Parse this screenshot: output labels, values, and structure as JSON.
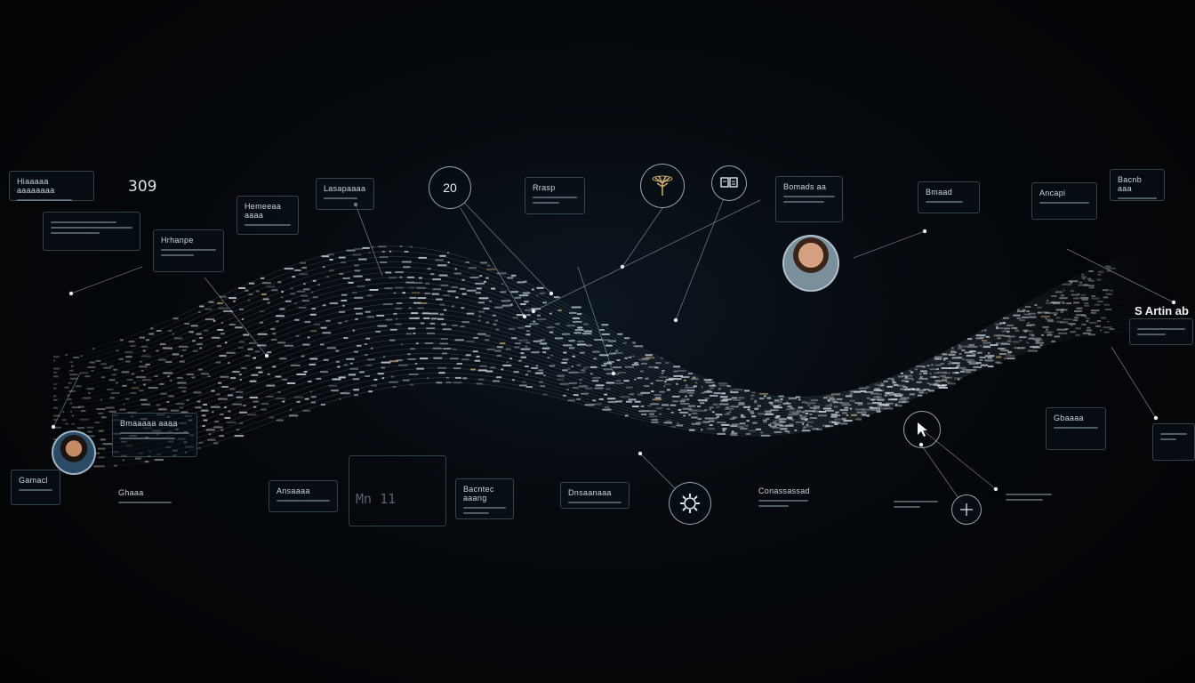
{
  "top_left_counter": "309",
  "right_heading": "S Artin ab",
  "mid_faint_text": "Mn 11",
  "node_glyph": "20",
  "icons": [
    "chart-icon",
    "tree-icon",
    "grid-icon",
    "gear-icon",
    "crosshair-icon"
  ],
  "cards": [
    {
      "id": "c1",
      "title": "Hiaaaaa aaaaaaaa"
    },
    {
      "id": "c2",
      "title": "Hrhanpe"
    },
    {
      "id": "c3",
      "title": "Hemeeaa aaaa"
    },
    {
      "id": "c4",
      "title": "Lasapaaaa"
    },
    {
      "id": "c5",
      "title": "Rrasp"
    },
    {
      "id": "c6",
      "title": "Bomads aa"
    },
    {
      "id": "c7",
      "title": "Bmaad"
    },
    {
      "id": "c8",
      "title": "Ancapi"
    },
    {
      "id": "c9",
      "title": "Bacnb aaa"
    },
    {
      "id": "c10",
      "title": "Bmaaaaa aaaa"
    },
    {
      "id": "c11",
      "title": "Gamacl"
    },
    {
      "id": "c12",
      "title": "Ghaaa"
    },
    {
      "id": "c13",
      "title": "Ansaaaa"
    },
    {
      "id": "c14",
      "title": "Bacntec aaang"
    },
    {
      "id": "c15",
      "title": "Dnsaanaaa"
    },
    {
      "id": "c16",
      "title": "Conassassad"
    },
    {
      "id": "c17",
      "title": "Gbaaaa"
    }
  ],
  "colors": {
    "accent": "#c9a66b",
    "line": "#b8c8d4",
    "bg": "#05080c"
  }
}
